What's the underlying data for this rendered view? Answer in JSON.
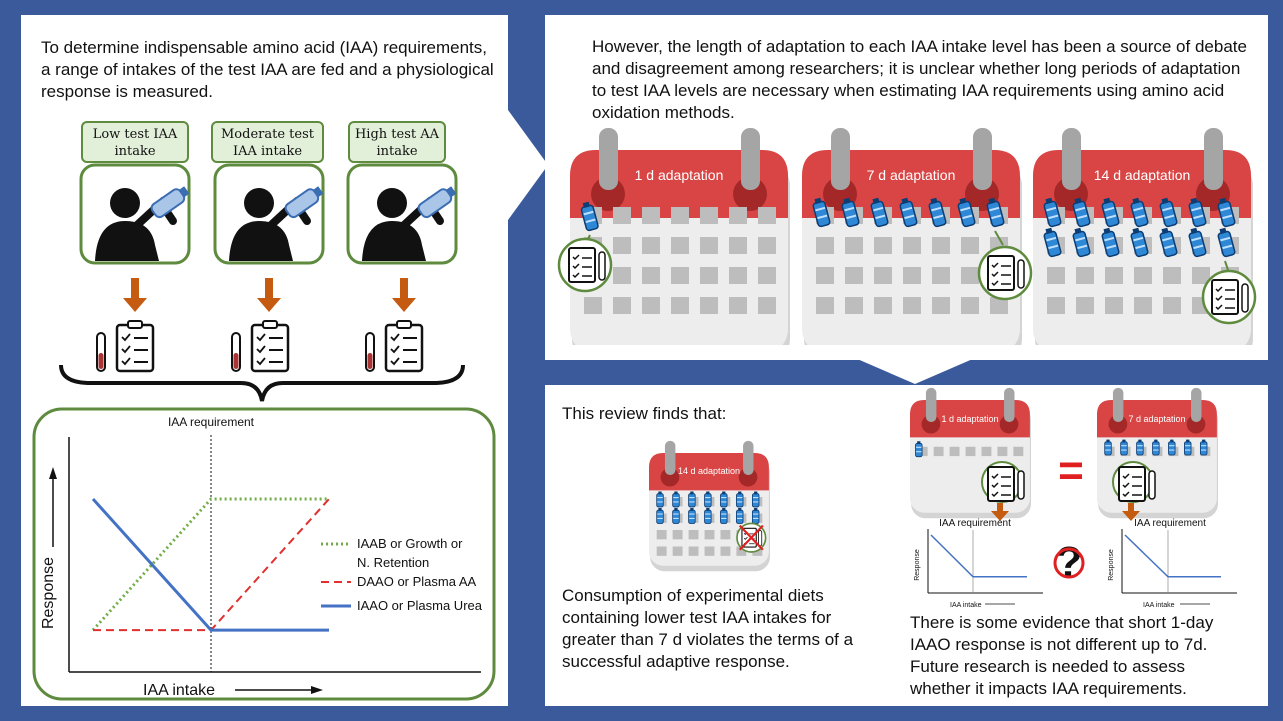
{
  "left": {
    "intro": "To determine indispensable amino acid (IAA) requirements, a range of intakes of the test IAA are fed and a physiological response is measured.",
    "intake_labels": [
      "Low test IAA intake",
      "Moderate test IAA intake",
      "High test AA intake"
    ],
    "chart": {
      "requirement_label": "IAA requirement",
      "xlabel": "IAA intake",
      "ylabel": "Response",
      "legend": [
        "IAAB or Growth or N. Retention",
        "DAAO or Plasma AA",
        "IAAO or Plasma Urea"
      ],
      "colors": {
        "iaab": "#70ad47",
        "daao": "#e03030",
        "iaao": "#4472c4"
      }
    }
  },
  "chart_data": {
    "type": "line",
    "title": "",
    "xlabel": "IAA intake",
    "ylabel": "Response",
    "annotations": [
      "IAA requirement"
    ],
    "series": [
      {
        "name": "IAAB or Growth or N. Retention",
        "style": "dotted",
        "values": [
          [
            0,
            0.05
          ],
          [
            0.5,
            1.0
          ],
          [
            1,
            1.0
          ]
        ]
      },
      {
        "name": "DAAO or Plasma AA",
        "style": "dashed",
        "values": [
          [
            0,
            0.05
          ],
          [
            0.5,
            0.05
          ],
          [
            1,
            1.0
          ]
        ]
      },
      {
        "name": "IAAO or Plasma Urea",
        "style": "solid",
        "values": [
          [
            0,
            1.0
          ],
          [
            0.5,
            0.05
          ],
          [
            1,
            0.05
          ]
        ]
      }
    ]
  },
  "top_right": {
    "text": "However, the length of adaptation to each IAA intake level has been a source of debate and disagreement among researchers; it is unclear whether long periods of adaptation to test IAA levels are necessary when estimating IAA requirements using amino acid oxidation methods.",
    "calendars": [
      "1 d adaptation",
      "7 d adaptation",
      "14 d adaptation"
    ]
  },
  "bottom_right": {
    "heading": "This review finds that:",
    "calendar_label": "14 d adaptation",
    "finding": "Consumption of experimental diets containing lower test IAA intakes for greater than 7 d violates the terms of a successful adaptive response.",
    "small_calendars": [
      "1 d adaptation",
      "7 d adaptation"
    ],
    "mini_chart": {
      "requirement_label": "IAA requirement",
      "xlabel": "IAA intake",
      "ylabel": "Response"
    },
    "equals": "=",
    "question": "?",
    "evidence": "There is some evidence that short 1-day IAAO response is not different up to 7d. Future research is needed to assess whether it impacts IAA requirements."
  }
}
